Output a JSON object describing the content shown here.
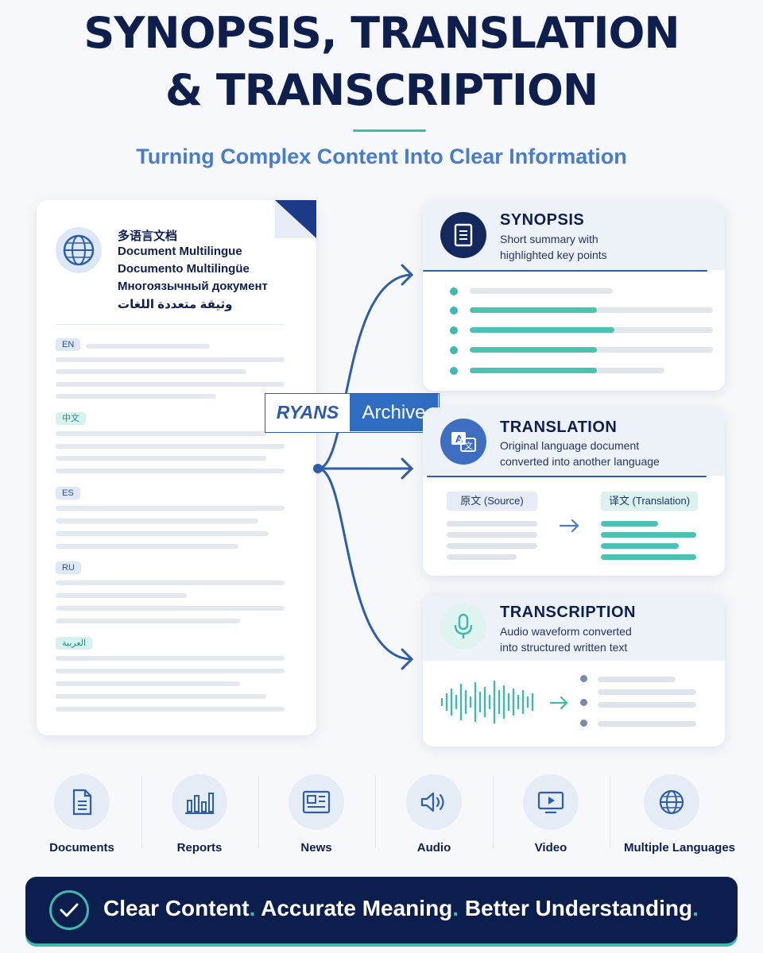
{
  "header": {
    "title_line1": "SYNOPSIS, TRANSLATION",
    "title_line2": "& TRANSCRIPTION",
    "subtitle": "Turning Complex Content Into Clear Information"
  },
  "document": {
    "languages": [
      "多语言文档",
      "Document Multilingue",
      "Documento Multilingüe",
      "Многоязычный документ",
      "وثيقة متعددة اللغات"
    ],
    "tags": [
      "EN",
      "中文",
      "ES",
      "RU",
      "العربية"
    ]
  },
  "logo": {
    "brand": "RYANS",
    "product": "Archive"
  },
  "cards": {
    "synopsis": {
      "title": "SYNOPSIS",
      "desc_line1": "Short summary with",
      "desc_line2": "highlighted key points"
    },
    "translation": {
      "title": "TRANSLATION",
      "desc_line1": "Original language document",
      "desc_line2": "converted into another language",
      "source_label": "原文 (Source)",
      "target_label": "译文 (Translation)"
    },
    "transcription": {
      "title": "TRANSCRIPTION",
      "desc_line1": "Audio waveform converted",
      "desc_line2": "into structured written text"
    }
  },
  "categories": [
    {
      "label": "Documents",
      "icon": "document-icon"
    },
    {
      "label": "Reports",
      "icon": "bar-chart-icon"
    },
    {
      "label": "News",
      "icon": "newspaper-icon"
    },
    {
      "label": "Audio",
      "icon": "speaker-icon"
    },
    {
      "label": "Video",
      "icon": "video-icon"
    },
    {
      "label": "Multiple Languages",
      "icon": "globe-icon"
    }
  ],
  "banner": {
    "part1": "Clear Content",
    "part2": " Accurate Meaning",
    "part3": " Better Understanding",
    "dot": "."
  },
  "colors": {
    "navy": "#0f1f4d",
    "blue": "#2f5ea8",
    "teal": "#3fb9ad",
    "subtitle": "#4a7dc8"
  }
}
